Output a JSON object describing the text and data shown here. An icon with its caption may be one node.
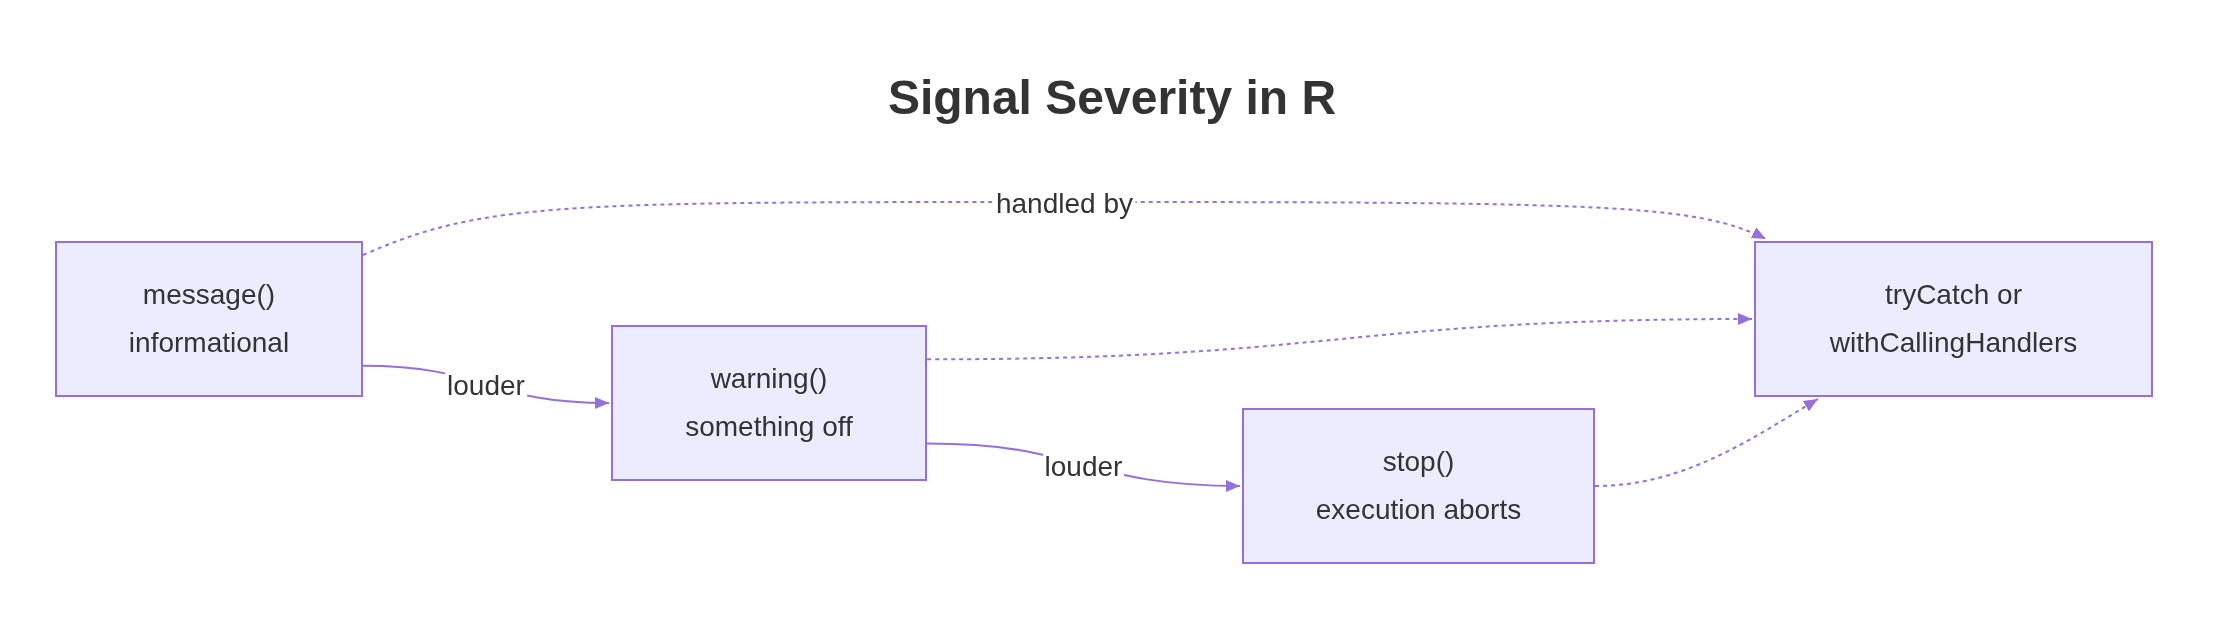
{
  "diagram": {
    "title": "Signal Severity in R",
    "nodes": [
      {
        "text": [
          "message()",
          "informational"
        ]
      },
      {
        "text": [
          "warning()",
          "something off"
        ]
      },
      {
        "text": [
          "stop()",
          "execution aborts"
        ]
      },
      {
        "text": [
          "tryCatch or withCallingHandlers"
        ]
      }
    ],
    "edges": [
      {
        "from": 0,
        "to": 1,
        "arrow": "to",
        "label": "louder"
      },
      {
        "from": 1,
        "to": 2,
        "arrow": "to",
        "label": "louder"
      },
      {
        "from": 0,
        "to": 3,
        "arrow": "to",
        "label": "handled by",
        "style": "dashed"
      },
      {
        "from": 1,
        "to": 3,
        "arrow": "to",
        "style": "dashed"
      },
      {
        "from": 2,
        "to": 3,
        "arrow": "to",
        "style": "dashed"
      }
    ]
  }
}
